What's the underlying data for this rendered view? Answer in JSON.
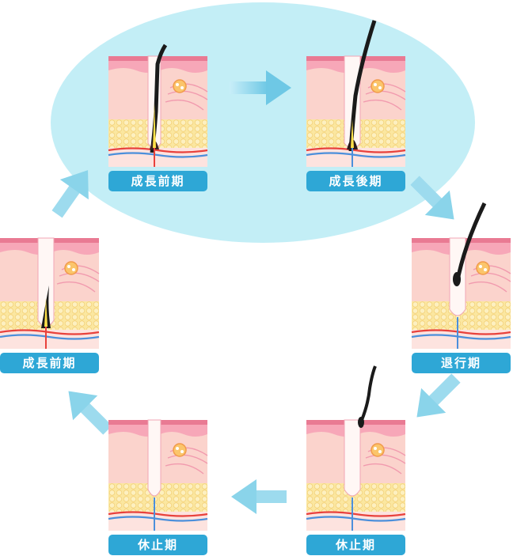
{
  "stages": [
    {
      "label": "成長前期"
    },
    {
      "label": "成長後期"
    },
    {
      "label": "退行期"
    },
    {
      "label": "休止期"
    },
    {
      "label": "休止期"
    },
    {
      "label": "成長前期"
    }
  ],
  "colors": {
    "ellipse": "#c3eef6",
    "arrow": "#8ad4ea",
    "label": "#2ea7d6",
    "skin_top": "#f7a7b8",
    "skin": "#fbd3cc",
    "fat": "#fbe7a0",
    "hair": "#1a1a1a",
    "artery": "#e8413c",
    "vein": "#4b8fdb"
  },
  "icons": [
    "arrow-right-icon",
    "arrow-down-left-icon",
    "arrow-left-icon",
    "arrow-up-icon"
  ]
}
